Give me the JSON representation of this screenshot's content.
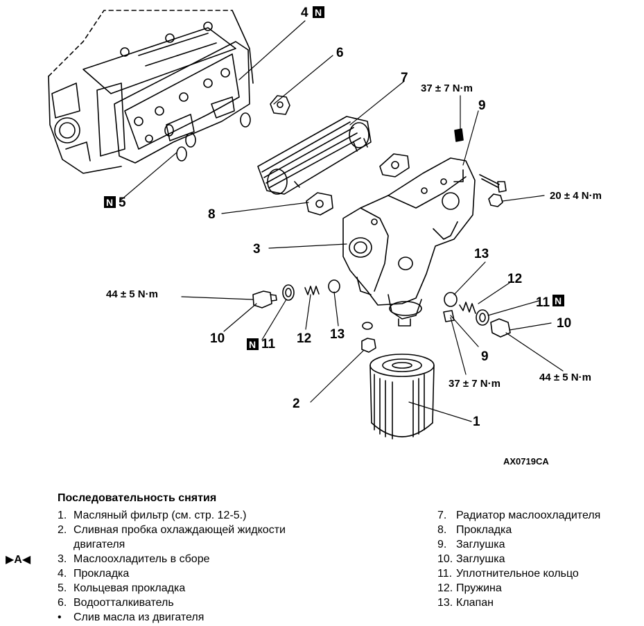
{
  "diagram": {
    "callouts": {
      "c1": "1",
      "c2": "2",
      "c3": "3",
      "c4": "4",
      "c5": "5",
      "c6": "6",
      "c7": "7",
      "c8": "8",
      "c9a": "9",
      "c9b": "9",
      "c10a": "10",
      "c10b": "10",
      "c11a": "11",
      "c11b": "11",
      "c12a": "12",
      "c12b": "12",
      "c13a": "13",
      "c13b": "13"
    },
    "torque": {
      "t_plug_top": "37 ± 7 N·m",
      "t_bolt_right": "20 ± 4 N·m",
      "t_plug_left": "44 ± 5 N·m",
      "t_plug_bottom": "37 ± 7 N·m",
      "t_plug_right": "44 ± 5 N·m"
    },
    "new_part_mark": "N",
    "figure_ref": "AX0719CA"
  },
  "legend": {
    "title": "Последовательность снятия",
    "step_mark": "▶A◀",
    "left": [
      {
        "num": "1.",
        "text": "Масляный фильтр (см. стр. 12-5.)"
      },
      {
        "num": "2.",
        "text": "Сливная пробка охлаждающей жидкости"
      },
      {
        "num": "",
        "text": "двигателя"
      },
      {
        "num": "3.",
        "text": "Маслоохладитель в сборе"
      },
      {
        "num": "4.",
        "text": "Прокладка"
      },
      {
        "num": "5.",
        "text": "Кольцевая прокладка"
      },
      {
        "num": "6.",
        "text": "Водоотталкиватель"
      },
      {
        "num": "•",
        "text": "Слив масла из двигателя"
      }
    ],
    "right": [
      {
        "num": "7.",
        "text": "Радиатор маслоохладителя"
      },
      {
        "num": "8.",
        "text": "Прокладка"
      },
      {
        "num": "9.",
        "text": "Заглушка"
      },
      {
        "num": "10.",
        "text": "Заглушка"
      },
      {
        "num": "11.",
        "text": "Уплотнительное кольцо"
      },
      {
        "num": "12.",
        "text": "Пружина"
      },
      {
        "num": "13.",
        "text": "Клапан"
      }
    ]
  }
}
